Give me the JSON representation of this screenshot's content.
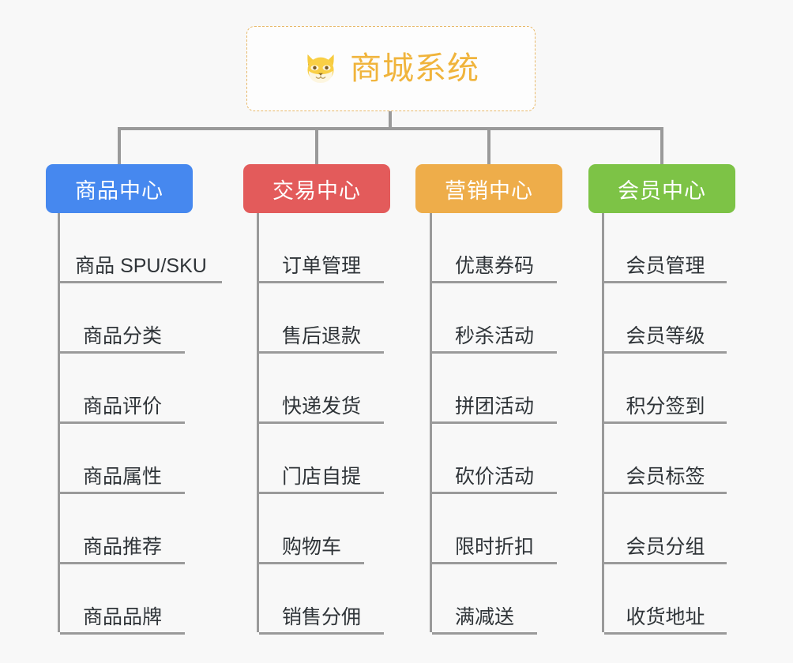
{
  "root": {
    "title": "商城系统",
    "icon": "shiba-dog-face-emoji",
    "border_color": "#e8b96a",
    "text_color": "#f0b43c"
  },
  "canvas": {
    "background_color": "#f8f8f8",
    "connector_color": "#9a9a9a"
  },
  "branches": [
    {
      "label": "商品中心",
      "color": "#4688ef",
      "leaves": [
        "商品 SPU/SKU",
        "商品分类",
        "商品评价",
        "商品属性",
        "商品推荐",
        "商品品牌"
      ]
    },
    {
      "label": "交易中心",
      "color": "#e35b5b",
      "leaves": [
        "订单管理",
        "售后退款",
        "快递发货",
        "门店自提",
        "购物车",
        "销售分佣"
      ]
    },
    {
      "label": "营销中心",
      "color": "#eead4a",
      "leaves": [
        "优惠券码",
        "秒杀活动",
        "拼团活动",
        "砍价活动",
        "限时折扣",
        "满减送"
      ]
    },
    {
      "label": "会员中心",
      "color": "#7dc346",
      "leaves": [
        "会员管理",
        "会员等级",
        "积分签到",
        "会员标签",
        "会员分组",
        "收货地址"
      ]
    }
  ]
}
